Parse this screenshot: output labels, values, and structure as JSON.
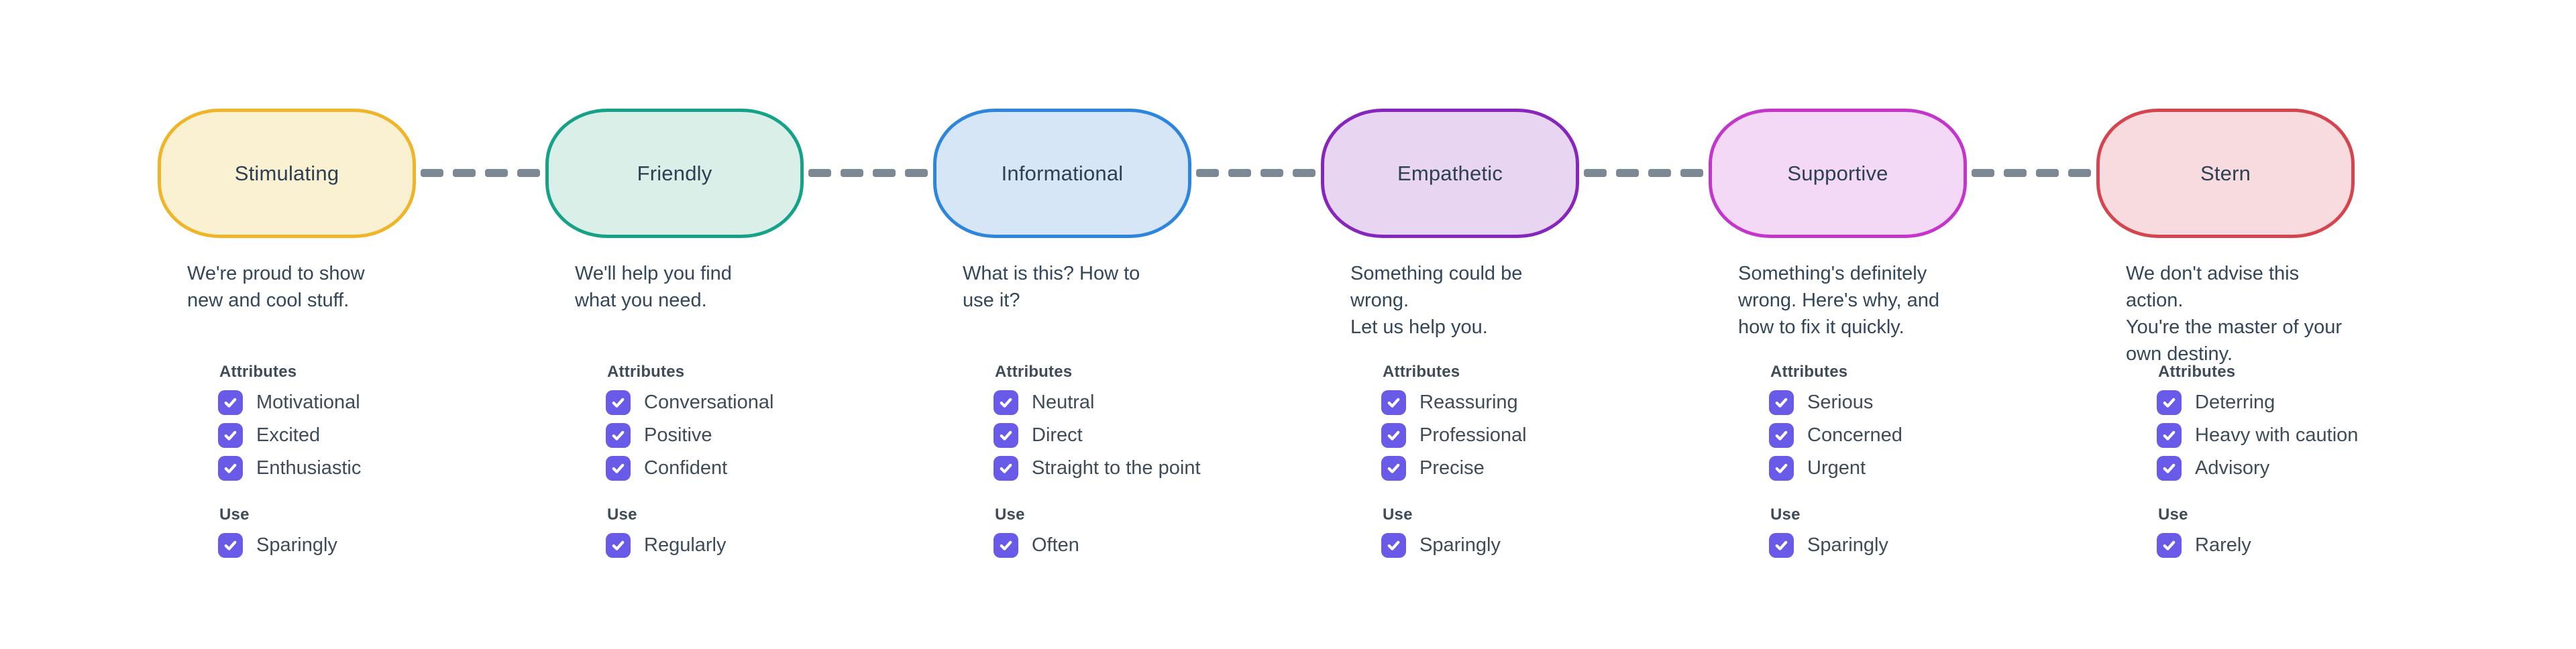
{
  "diagram": {
    "attributes_heading": "Attributes",
    "use_heading": "Use",
    "connector_color": "#7c8894",
    "checkbox_color": "#6a5ae8",
    "text_color": "#33475a",
    "tones": [
      {
        "key": "stimulating",
        "label": "Stimulating",
        "border_color": "#f0b429",
        "fill_color": "#faf0d2",
        "description_lines": [
          "We're proud to show",
          "new and cool stuff."
        ],
        "attributes": [
          "Motivational",
          "Excited",
          "Enthusiastic"
        ],
        "use": "Sparingly"
      },
      {
        "key": "friendly",
        "label": "Friendly",
        "border_color": "#16a289",
        "fill_color": "#d9efe8",
        "description_lines": [
          "We'll help you find",
          "what you need."
        ],
        "attributes": [
          "Conversational",
          "Positive",
          "Confident"
        ],
        "use": "Regularly"
      },
      {
        "key": "informational",
        "label": "Informational",
        "border_color": "#2d86dc",
        "fill_color": "#d6e6f7",
        "description_lines": [
          "What is this? How to",
          "use it?"
        ],
        "attributes": [
          "Neutral",
          "Direct",
          "Straight to the point"
        ],
        "use": "Often"
      },
      {
        "key": "empathetic",
        "label": "Empathetic",
        "border_color": "#8626bd",
        "fill_color": "#e7d5f2",
        "description_lines": [
          "Something could be wrong.",
          "Let us help you."
        ],
        "attributes": [
          "Reassuring",
          "Professional",
          "Precise"
        ],
        "use": "Sparingly"
      },
      {
        "key": "supportive",
        "label": "Supportive",
        "border_color": "#c435cb",
        "fill_color": "#f3d9f5",
        "description_lines": [
          "Something's definitely",
          "wrong. Here's why, and",
          "how to fix it quickly."
        ],
        "attributes": [
          "Serious",
          "Concerned",
          "Urgent"
        ],
        "use": "Sparingly"
      },
      {
        "key": "stern",
        "label": "Stern",
        "border_color": "#d5454f",
        "fill_color": "#f8dbde",
        "description_lines": [
          "We don't advise this action.",
          "You're the master of your",
          "own destiny."
        ],
        "attributes": [
          "Deterring",
          "Heavy with caution",
          "Advisory"
        ],
        "use": "Rarely"
      }
    ]
  }
}
